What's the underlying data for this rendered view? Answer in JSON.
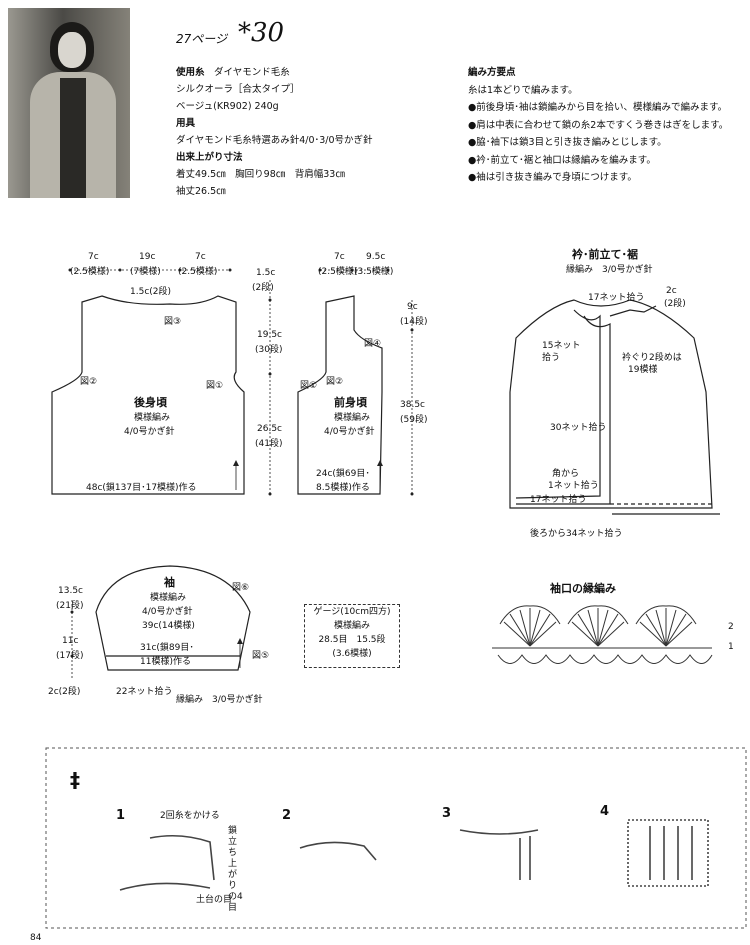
{
  "header": {
    "page_ref": "27ページ",
    "pattern_no": "*30"
  },
  "materials": {
    "yarn_label": "使用糸",
    "yarn_brand": "ダイヤモンド毛糸",
    "yarn_name": "シルクオーラ［合太タイプ］",
    "yarn_color": "ベージュ(KR902) 240g",
    "tools_label": "用具",
    "tools": "ダイヤモンド毛糸特選あみ針4/0･3/0号かぎ針",
    "size_label": "出来上がり寸法",
    "size_line1": "着丈49.5㎝　胸回り98㎝　背肩幅33㎝",
    "size_line2": "袖丈26.5㎝"
  },
  "points": {
    "title": "編み方要点",
    "intro": "糸は1本どりで編みます。",
    "items": [
      "●前後身頃･袖は鎖編みから目を拾い、模様編みで編みます。",
      "●肩は中表に合わせて鎖の糸2本ですくう巻きはぎをします。",
      "●脇･袖下は鎖3目と引き抜き編みとじします。",
      "●衿･前立て･裾と袖口は縁編みを編みます。",
      "●袖は引き抜き編みで身頃につけます。"
    ]
  },
  "back": {
    "title": "後身頃",
    "pattern": "模様編み",
    "hook": "4/0号かぎ針",
    "w_left": "7c",
    "w_left_sub": "(2.5模様)",
    "w_mid": "19c",
    "w_mid_sub": "(7模様)",
    "w_right": "7c",
    "w_right_sub": "(2.5模様)",
    "neck_drop": "1.5c(2段)",
    "bottom": "48c(鎖137目･17模様)作る",
    "fig3": "図③",
    "fig2": "図②",
    "fig1": "図①"
  },
  "height": {
    "top": "1.5c",
    "top_sub": "(2段)",
    "arm": "19.5c",
    "arm_sub": "(30段)",
    "lower": "26.5c",
    "lower_sub": "(41段)"
  },
  "front": {
    "title": "前身頃",
    "pattern": "模様編み",
    "hook": "4/0号かぎ針",
    "w_left": "7c",
    "w_left_sub": "(2.5模様)",
    "w_right": "9.5c",
    "w_right_sub": "(3.5模様)",
    "neck": "9c",
    "neck_sub": "(14段)",
    "total": "38.5c",
    "total_sub": "(59段)",
    "bottom": "24c(鎖69目･",
    "bottom2": "8.5模様)作る",
    "fig4": "図④",
    "fig2": "図②",
    "fig1": "図①"
  },
  "sleeve": {
    "title": "袖",
    "pattern": "模様編み",
    "hook": "4/0号かぎ針",
    "width": "39c(14模様)",
    "cap": "13.5c",
    "cap_sub": "(21段)",
    "side": "11c",
    "side_sub": "(17段)",
    "band": "2c(2段)",
    "bottom": "31c(鎖89目･",
    "bottom2": "11模様)作る",
    "pick": "22ネット拾う",
    "edge": "縁編み　3/0号かぎ針",
    "fig6": "図⑥",
    "fig5": "図⑤"
  },
  "gauge": {
    "title": "ゲージ(10cm四方)",
    "pattern": "模様編み",
    "line1": "28.5目　15.5段",
    "line2": "(3.6模様)"
  },
  "collar": {
    "title": "衿･前立て･裾",
    "sub": "縁編み　3/0号かぎ針",
    "top_pick": "17ネット拾う",
    "band": "2c",
    "band_sub": "(2段)",
    "n15": "15ネット",
    "n15b": "拾う",
    "dec": "衿ぐり2段めは",
    "dec2": "19模様",
    "n30": "30ネット拾う",
    "corner": "角から",
    "corner2": "1ネット拾う",
    "n17": "17ネット拾う",
    "back34": "後ろから34ネット拾う"
  },
  "cuff": {
    "title": "袖口の縁編み",
    "row2": "2",
    "row1": "1"
  },
  "steps": {
    "s1": "1",
    "s2": "2",
    "s3": "3",
    "s4": "4",
    "note_wrap": "2回糸をかける",
    "note_chain": "鎖立ち上がりの4目",
    "note_base": "土台の目"
  },
  "footer": {
    "page": "84"
  }
}
